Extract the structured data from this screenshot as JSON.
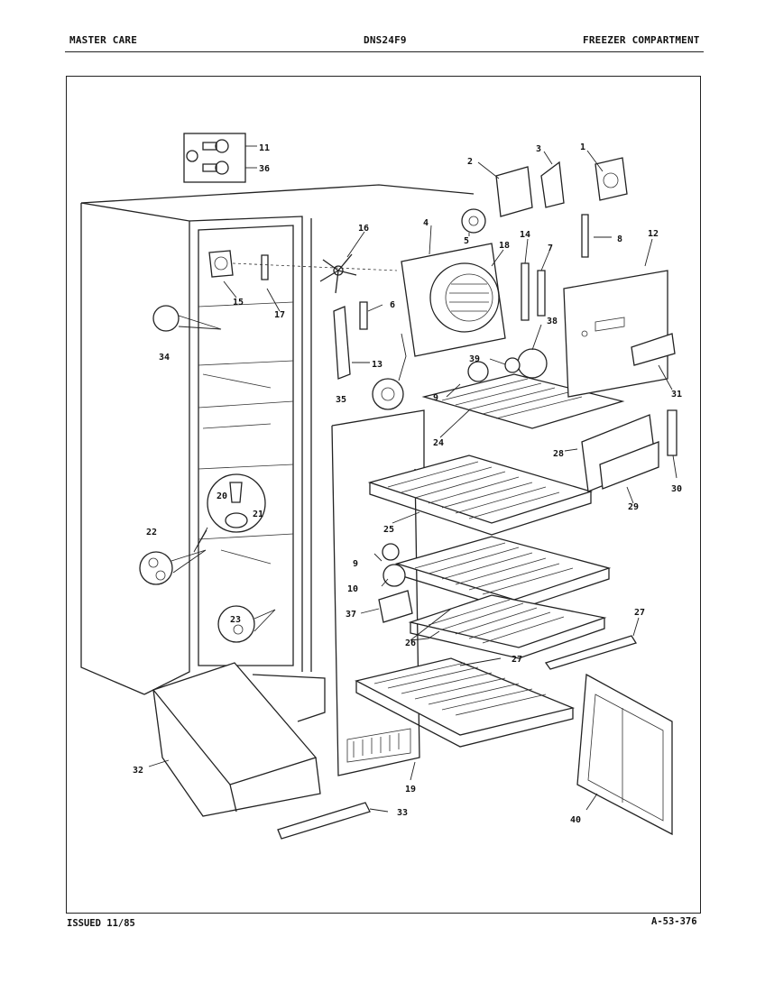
{
  "header": {
    "brand": "MASTER CARE",
    "model": "DNS24F9",
    "section": "FREEZER COMPARTMENT"
  },
  "footer": {
    "issued": "ISSUED 11/85",
    "code": "A-53-376"
  },
  "diagram": {
    "callouts": [
      "1",
      "2",
      "3",
      "4",
      "5",
      "6",
      "7",
      "8",
      "9",
      "9",
      "10",
      "11",
      "12",
      "13",
      "14",
      "15",
      "16",
      "17",
      "18",
      "19",
      "20",
      "21",
      "22",
      "23",
      "24",
      "25",
      "26",
      "27",
      "27",
      "28",
      "29",
      "30",
      "31",
      "32",
      "33",
      "34",
      "35",
      "36",
      "37",
      "38",
      "39",
      "40"
    ]
  }
}
